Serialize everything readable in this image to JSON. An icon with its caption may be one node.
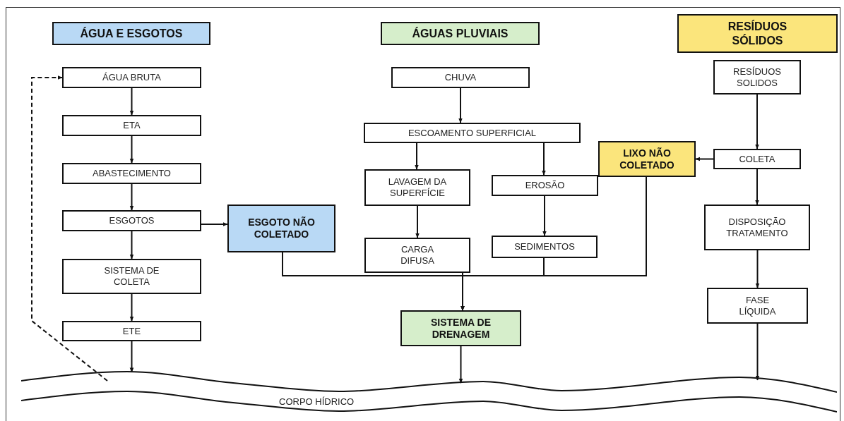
{
  "diagram": {
    "nodes": [
      {
        "text": [
          "ÁGUA E ESGOTOS"
        ]
      },
      {
        "text": [
          "ÁGUAS PLUVIAIS"
        ]
      },
      {
        "text": [
          "RESÍDUOS SÓLIDOS"
        ]
      },
      {
        "text": [
          "ÁGUA BRUTA"
        ]
      },
      {
        "text": [
          "ETA"
        ]
      },
      {
        "text": [
          "ABASTECIMENTO"
        ]
      },
      {
        "text": [
          "ESGOTOS"
        ]
      },
      {
        "text": [
          "SISTEMA DE COLETA"
        ]
      },
      {
        "text": [
          "ETE"
        ]
      },
      {
        "text": [
          "ESGOTO NÃO COLETADO"
        ]
      },
      {
        "text": [
          "CHUVA"
        ]
      },
      {
        "text": [
          "ESCOAMENTO SUPERFICIAL"
        ]
      },
      {
        "text": [
          "LAVAGEM DA SUPERFÍCIE"
        ]
      },
      {
        "text": [
          "EROSÃO"
        ]
      },
      {
        "text": [
          "LIXO NÃO COLETADO"
        ]
      },
      {
        "text": [
          "CARGA DIFUSA"
        ]
      },
      {
        "text": [
          "SEDIMENTOS"
        ]
      },
      {
        "text": [
          "SISTEMA DE DRENAGEM"
        ]
      },
      {
        "text": [
          "RESÍDUOS SOLIDOS"
        ]
      },
      {
        "text": [
          "COLETA"
        ]
      },
      {
        "text": [
          "DISPOSIÇÃO TRATAMENTO"
        ]
      },
      {
        "text": [
          "FASE LÍQUIDA"
        ]
      },
      {
        "text": [
          "CORPO HÍDRICO"
        ]
      }
    ],
    "edges": [
      {
        "from": 3,
        "to": 4,
        "arrow": "to"
      },
      {
        "from": 4,
        "to": 5,
        "arrow": "to"
      },
      {
        "from": 5,
        "to": 6,
        "arrow": "to"
      },
      {
        "from": 6,
        "to": 7,
        "arrow": "to"
      },
      {
        "from": 7,
        "to": 8,
        "arrow": "to"
      },
      {
        "from": 8,
        "to": 22,
        "arrow": "to"
      },
      {
        "from": 6,
        "to": 9,
        "arrow": "to"
      },
      {
        "from": 10,
        "to": 11,
        "arrow": "to"
      },
      {
        "from": 11,
        "to": 12,
        "arrow": "to"
      },
      {
        "from": 11,
        "to": 13,
        "arrow": "to"
      },
      {
        "from": 12,
        "to": 15,
        "arrow": "to"
      },
      {
        "from": 13,
        "to": 16,
        "arrow": "to"
      },
      {
        "from": 9,
        "to": 17,
        "arrow": "to"
      },
      {
        "from": 15,
        "to": 17,
        "arrow": "to"
      },
      {
        "from": 16,
        "to": 17,
        "arrow": "to"
      },
      {
        "from": 14,
        "to": 17,
        "arrow": "to"
      },
      {
        "from": 17,
        "to": 22,
        "arrow": "to"
      },
      {
        "from": 18,
        "to": 19,
        "arrow": "to"
      },
      {
        "from": 19,
        "to": 14,
        "arrow": "to"
      },
      {
        "from": 19,
        "to": 20,
        "arrow": "to"
      },
      {
        "from": 20,
        "to": 21,
        "arrow": "to"
      },
      {
        "from": 21,
        "to": 22,
        "arrow": "to"
      },
      {
        "from": 22,
        "to": 3,
        "arrow": "to",
        "style": "dashed"
      }
    ]
  }
}
